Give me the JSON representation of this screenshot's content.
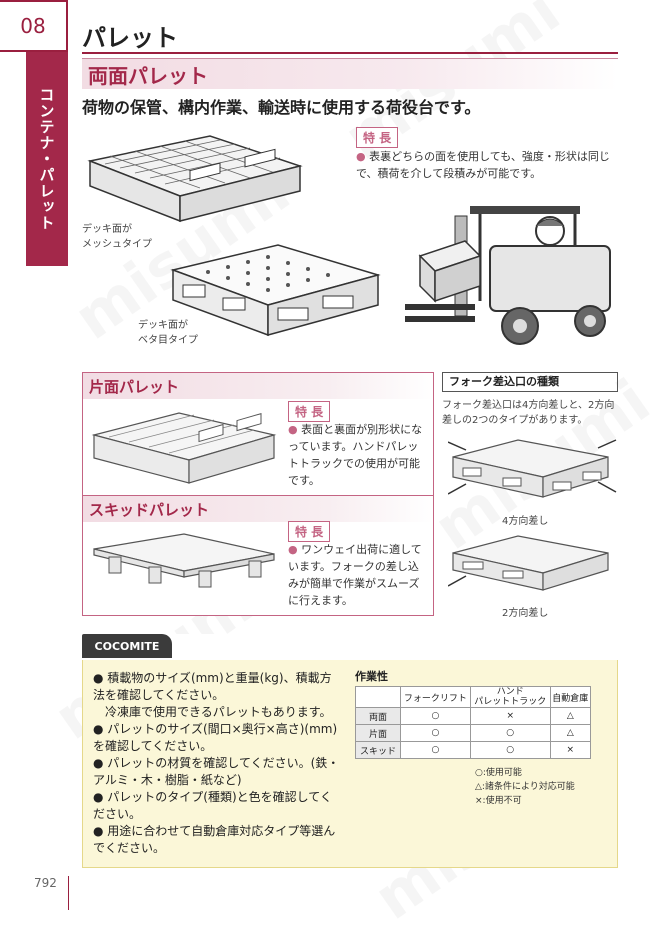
{
  "header": {
    "section_number": "08",
    "category_tab": "コンテナ・パレット",
    "main_title": "パレット",
    "section_title": "両面パレット",
    "subtitle": "荷物の保管、構内作業、輸送時に使用する荷役台です。"
  },
  "double_sided": {
    "feature_label": "特 長",
    "feature_text": "表裏どちらの面を使用しても、強度・形状は同じで、積荷を介して段積みが可能です。",
    "caption_mesh": "デッキ面が\nメッシュタイプ",
    "caption_flat": "デッキ面が\nベタ目タイプ"
  },
  "single_sided": {
    "title": "片面パレット",
    "feature_label": "特 長",
    "feature_text": "表面と裏面が別形状になっています。ハンドパレットトラックでの使用が可能です。"
  },
  "skid": {
    "title": "スキッドパレット",
    "feature_label": "特 長",
    "feature_text": "ワンウェイ出荷に適しています。フォークの差し込みが簡単で作業がスムーズに行えます。"
  },
  "fork_entry": {
    "title": "フォーク差込口の種類",
    "description": "フォーク差込口は4方向差しと、2方向差しの2つのタイプがあります。",
    "caption_4way": "4方向差し",
    "caption_2way": "2方向差し"
  },
  "cocomite": {
    "logo_text": "COCOMITE",
    "checklist": [
      "積載物のサイズ(mm)と重量(kg)、積載方法を確認してください。",
      "冷凍庫で使用できるパレットもあります。",
      "パレットのサイズ(間口×奥行×高さ)(mm)を確認してください。",
      "パレットの材質を確認してください。(鉄・アルミ・木・樹脂・紙など)",
      "パレットのタイプ(種類)と色を確認してください。",
      "用途に合わせて自動倉庫対応タイプ等選んでください。"
    ],
    "table_title": "作業性",
    "table_headers": [
      "",
      "フォークリフト",
      "ハンド\nパレットトラック",
      "自動倉庫"
    ],
    "table_rows": [
      [
        "両面",
        "○",
        "×",
        "△"
      ],
      [
        "片面",
        "○",
        "○",
        "△"
      ],
      [
        "スキッド",
        "○",
        "○",
        "×"
      ]
    ],
    "legend": [
      ":使用可能",
      ":諸条件により対応可能",
      ":使用不可"
    ],
    "legend_symbols": [
      "○",
      "△",
      "×"
    ]
  },
  "footer": {
    "page_number": "792"
  },
  "watermark_text": "misumi",
  "colors": {
    "accent": "#a3284a",
    "pink_tag": "#c46483",
    "note_bg": "#fbf7d8"
  }
}
